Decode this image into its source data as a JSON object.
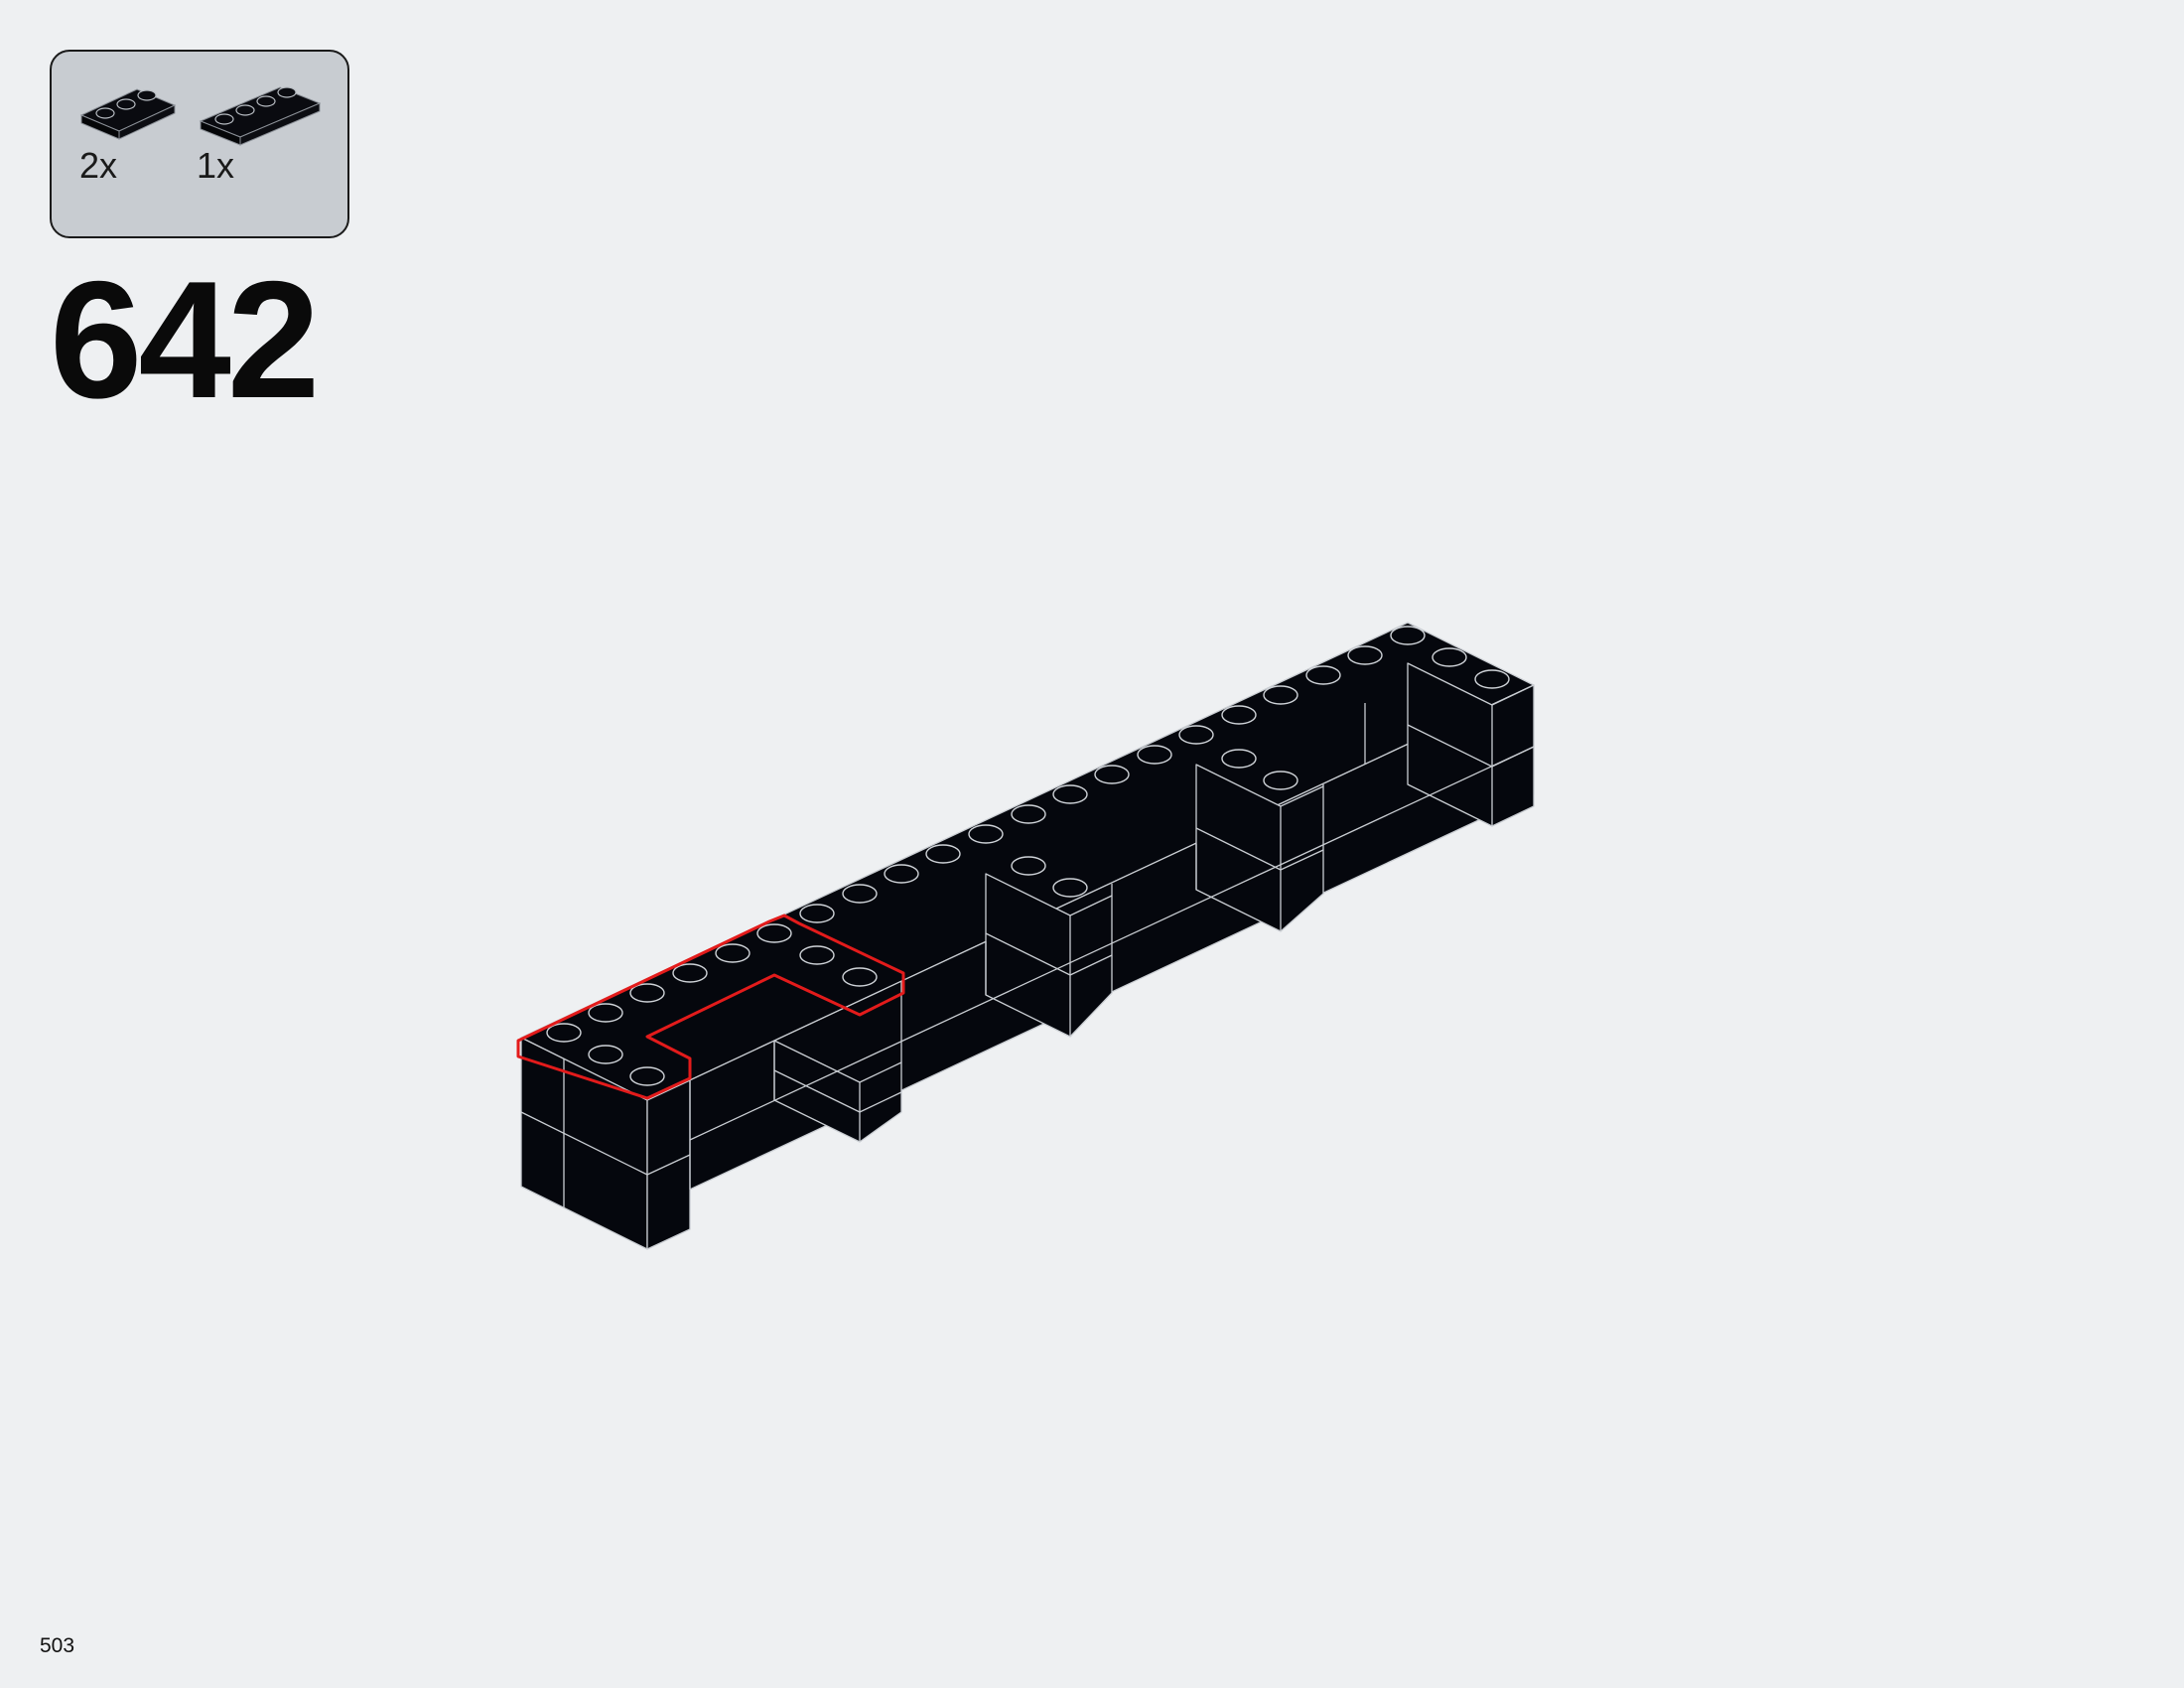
{
  "parts": [
    {
      "quantity": "2x",
      "icon": "plate-1x3-black-icon",
      "studs": 3
    },
    {
      "quantity": "1x",
      "icon": "plate-1x4-black-icon",
      "studs": 4
    }
  ],
  "step_number": "642",
  "page_number": "503",
  "model": {
    "icon": "black-brick-wall-assembly-icon",
    "color": "#05070d",
    "highlight_color": "#e31b1b",
    "stud_outline_color": "#cfd3d8"
  },
  "colors": {
    "background": "#eef0f2",
    "parts_box": "#c8ccd1"
  }
}
